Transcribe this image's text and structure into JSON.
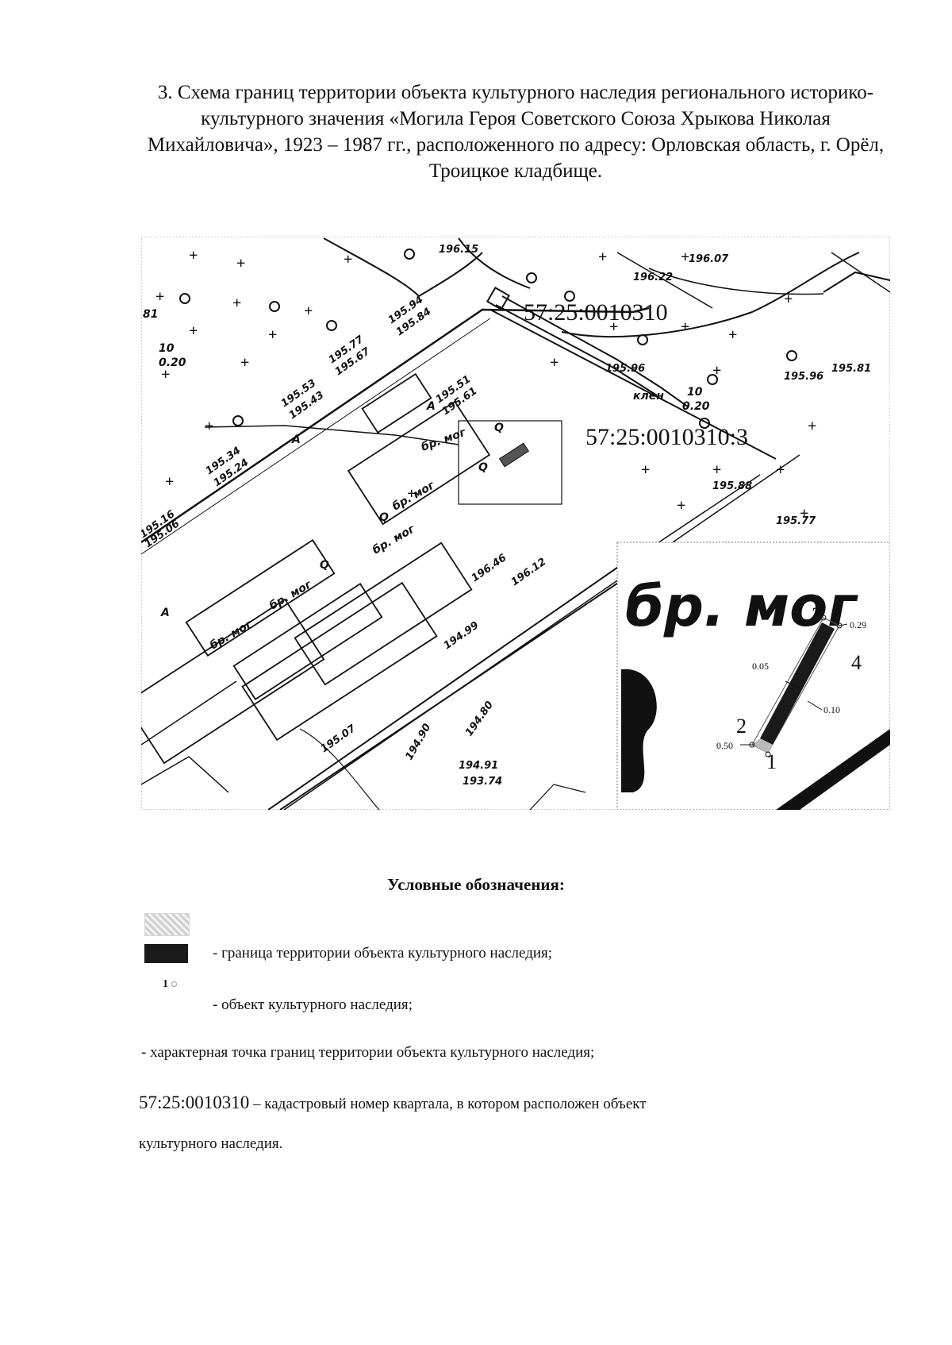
{
  "heading": "3. Схема границ территории объекта культурного наследия регионального историко-культурного значения «Могила Героя Советского Союза Хрыкова Николая Михайловича», 1923 – 1987 гг., расположенного по адресу: Орловская область, г. Орёл, Троицкое кладбище.",
  "map": {
    "quarter_label": "57:25:0010310",
    "parcel_label": "57:25:0010310:3",
    "elevations": [
      "196.15",
      "196.07",
      "196.22",
      "195.96",
      "195.94",
      "195.84",
      "195.77",
      "195.67",
      "195.53",
      "195.43",
      "195.51",
      "195.61",
      "195.34",
      "195.24",
      "195.16",
      "195.06",
      "195.96",
      "195.81",
      "195.88",
      "195.77",
      "196.46",
      "196.12",
      "194.99",
      "194.90",
      "194.91",
      "193.74",
      "195.07",
      "194.80"
    ],
    "grave_labels": [
      "бр. мог",
      "бр. мог",
      "бр. мог",
      "бр. мог",
      "бр. мог"
    ],
    "letters": [
      "А",
      "А",
      "А",
      "Q",
      "Q",
      "Q",
      "Q"
    ],
    "left_marks": [
      "81",
      "10",
      "0.20"
    ],
    "tree_label": "клен",
    "tree_values": [
      "10",
      "0.20"
    ],
    "inset": {
      "zoom_text": "бр. мог",
      "points": [
        "1",
        "2",
        "3",
        "4"
      ],
      "dims": [
        "0.29",
        "0.05",
        "0.10",
        "0.50"
      ]
    }
  },
  "legend": {
    "title": "Условные обозначения:",
    "boundary": "- граница территории объекта культурного наследия;",
    "point_marker": "1",
    "object": "- объект культурного наследия;",
    "char_point": "- характерная точка границ территории объекта культурного наследия;",
    "cadastral_code": "57:25:0010310",
    "cadastral_text": " – кадастровый номер квартала, в котором расположен объект",
    "cadastral_text_2": "культурного наследия."
  },
  "colors": {
    "ink": "#111111",
    "hatch": "#cfcfcf",
    "fill": "#1a1a1a"
  }
}
